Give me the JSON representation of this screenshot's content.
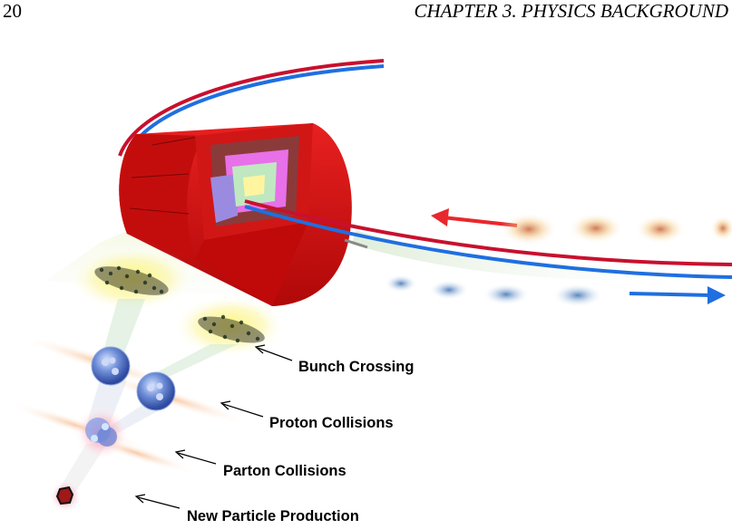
{
  "header": {
    "page_number": "20",
    "running_title": "CHAPTER 3.  PHYSICS BACKGROUND"
  },
  "figure": {
    "labels": {
      "bunch_crossing": "Bunch Crossing",
      "proton_collisions": "Proton Collisions",
      "parton_collisions": "Parton Collisions",
      "new_particle_production": "New Particle Production"
    },
    "colors": {
      "detector_red": "#d90f0f",
      "beam_red": "#c8102e",
      "beam_blue": "#1f6fe0",
      "magenta_layer": "#e870e8",
      "purple_layer": "#9a8be0",
      "green_layer": "#bfe8c0",
      "yellow_core": "#fff5a0"
    }
  }
}
